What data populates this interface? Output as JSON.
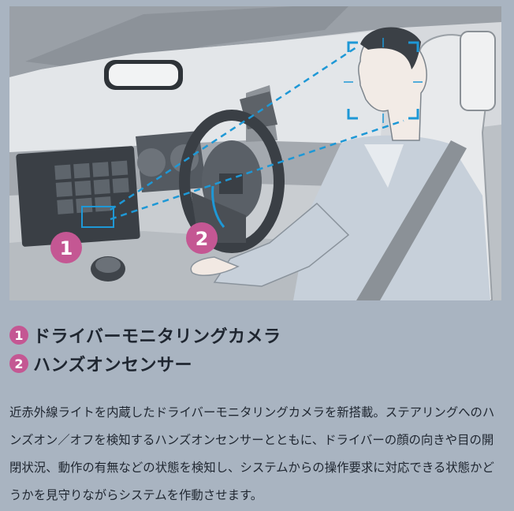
{
  "illustration": {
    "badges": [
      {
        "num": "1"
      },
      {
        "num": "2"
      }
    ]
  },
  "legend": [
    {
      "num": "1",
      "label": "ドライバーモニタリングカメラ"
    },
    {
      "num": "2",
      "label": "ハンズオンセンサー"
    }
  ],
  "description": "近赤外線ライトを内蔵したドライバーモニタリングカメラを新搭載。ステアリングへのハンズオン／オフを検知するハンズオンセンサーとともに、ドライバーの顔の向きや目の開閉状況、動作の有無などの状態を検知し、システムからの操作要求に対応できる状態かどうかを見守りながらシステムを作動させます。",
  "colors": {
    "background": "#a9b4c1",
    "badge": "#c45793",
    "sensor_blue": "#1e98d6",
    "text": "#1f2630"
  }
}
